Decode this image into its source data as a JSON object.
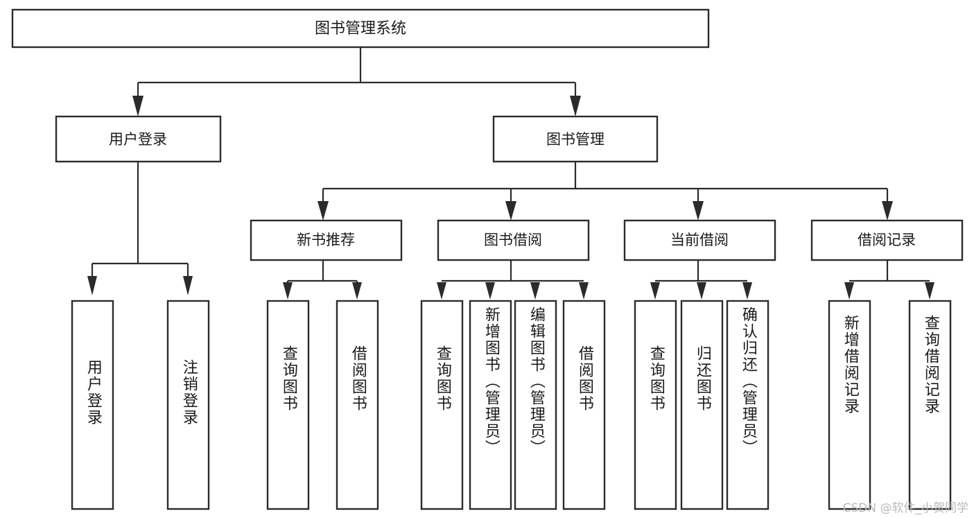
{
  "diagram": {
    "title": "图书管理系统",
    "type": "tree-hierarchy-diagram",
    "colors": {
      "box_stroke": "#2b2b2b",
      "box_fill": "#ffffff",
      "connector": "#2b2b2b",
      "text": "#1a1a1a",
      "watermark": "#b9b9b9",
      "background": "#ffffff"
    },
    "root": {
      "label": "图书管理系统"
    },
    "level1": [
      {
        "label": "用户登录"
      },
      {
        "label": "图书管理"
      }
    ],
    "level2": [
      {
        "label": "新书推荐"
      },
      {
        "label": "图书借阅"
      },
      {
        "label": "当前借阅"
      },
      {
        "label": "借阅记录"
      }
    ],
    "leaves": {
      "user_login": [
        {
          "label": "用户登录"
        },
        {
          "label": "注销登录"
        }
      ],
      "new_book_recommend": [
        {
          "label": "查询图书"
        },
        {
          "label": "借阅图书"
        }
      ],
      "book_borrow": [
        {
          "label": "查询图书"
        },
        {
          "label": "新增图书（管理员）"
        },
        {
          "label": "编辑图书（管理员）"
        },
        {
          "label": "借阅图书"
        }
      ],
      "current_borrow": [
        {
          "label": "查询图书"
        },
        {
          "label": "归还图书"
        },
        {
          "label": "确认归还（管理员）"
        }
      ],
      "borrow_record": [
        {
          "label": "新增借阅记录"
        },
        {
          "label": "查询借阅记录"
        }
      ]
    },
    "watermark": "CSDN @软件_小贺同学"
  }
}
